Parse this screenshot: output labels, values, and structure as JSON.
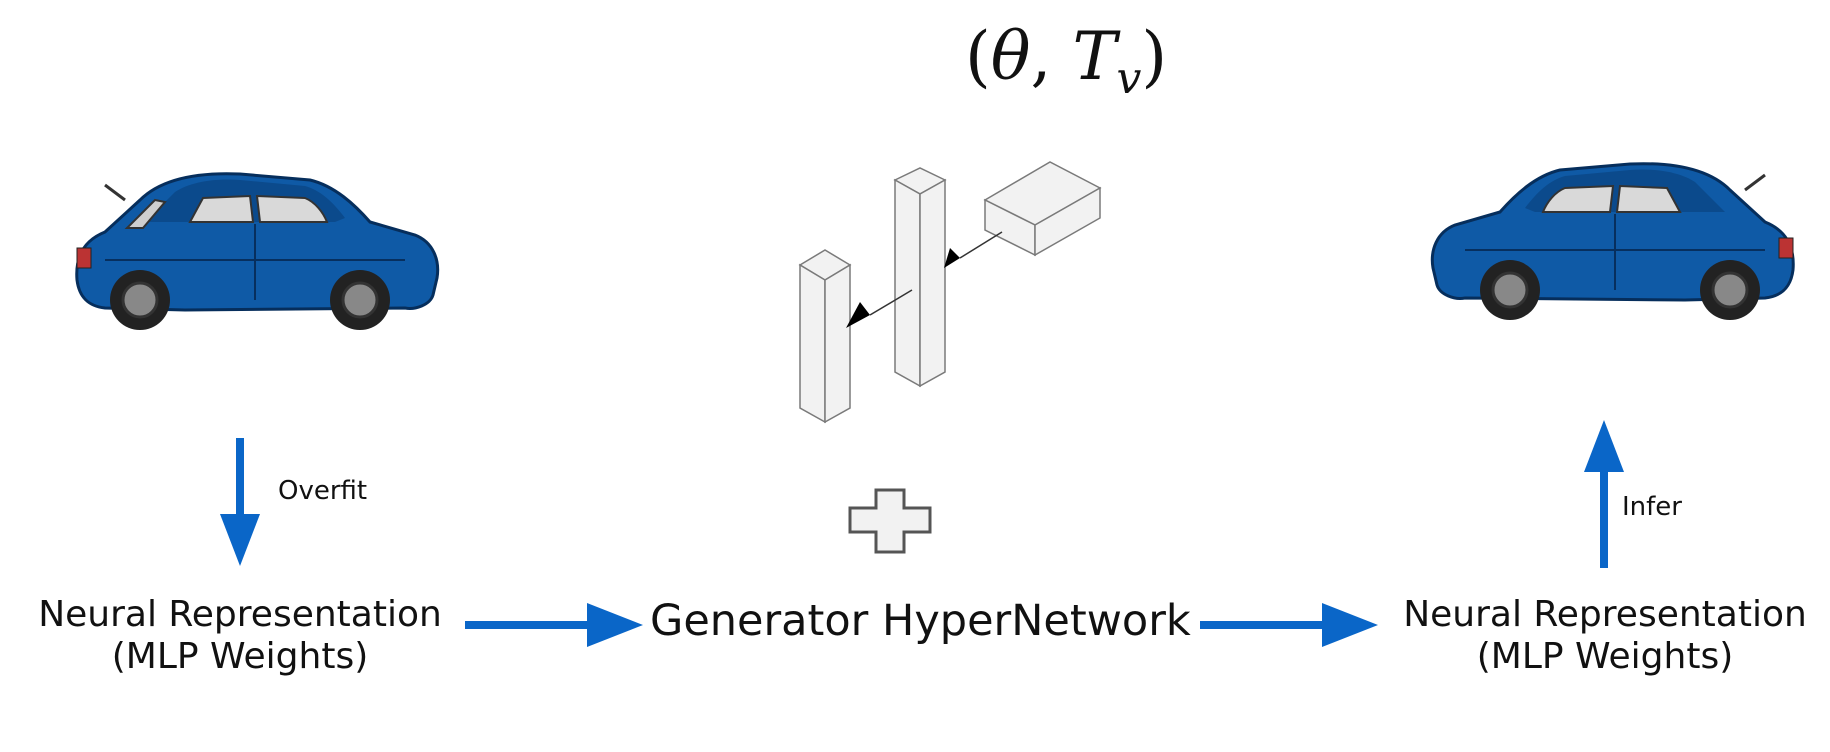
{
  "formula": {
    "open": "(",
    "theta": "θ",
    "comma": ",",
    "t": "T",
    "sub": "v",
    "close": ")"
  },
  "left_block": {
    "line1": "Neural Representation",
    "line2": "(MLP Weights)",
    "arrow_label": "Overfit"
  },
  "center_block": {
    "label": "Generator HyperNetwork"
  },
  "right_block": {
    "line1": "Neural Representation",
    "line2": "(MLP Weights)",
    "arrow_label": "Infer"
  },
  "colors": {
    "arrow_blue": "#0a66c8",
    "car_body": "#0f5aa6",
    "car_dark": "#093f78",
    "network_stroke": "#7a7a7a",
    "network_fill": "#f2f2f2"
  },
  "icons": [
    "car-icon",
    "network-layers-icon",
    "plus-icon"
  ]
}
